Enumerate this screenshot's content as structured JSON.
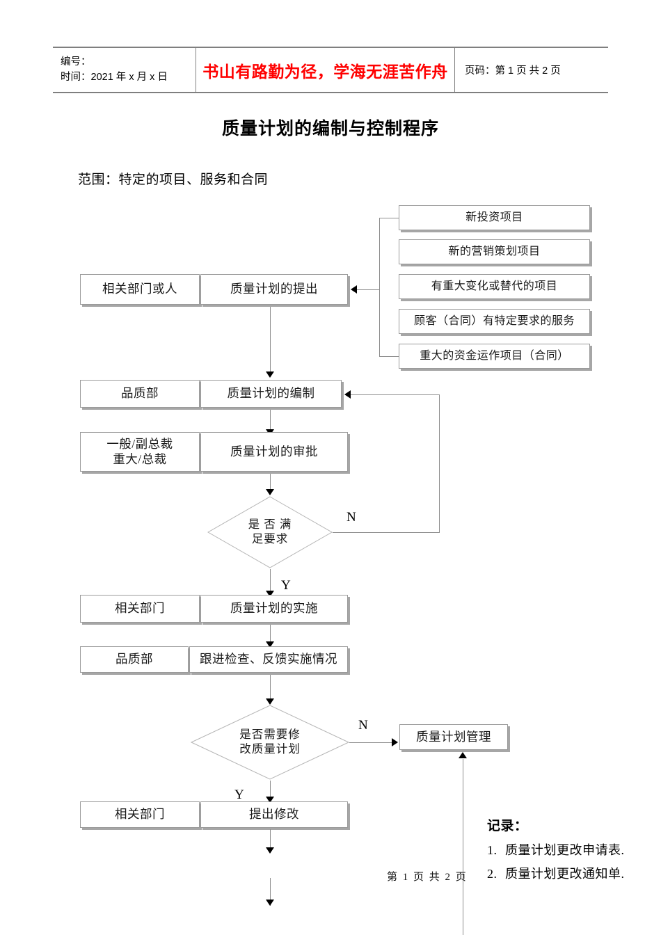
{
  "header": {
    "left_lines": [
      "编号：",
      "时间：2021 年 x 月 x 日"
    ],
    "center_slogan": "书山有路勤为径，学海无涯苦作舟",
    "right_text": "页码：第 1 页  共 2 页",
    "slogan_color": "#ff0000"
  },
  "document": {
    "title": "质量计划的编制与控制程序",
    "scope": "范围：特定的项目、服务和合同",
    "footer_page": "第 1 页 共 2 页"
  },
  "trigger_boxes": [
    {
      "label": "新投资项目"
    },
    {
      "label": "新的营销策划项目"
    },
    {
      "label": "有重大变化或替代的项目"
    },
    {
      "label": "顾客（合同）有特定要求的服务"
    },
    {
      "label": "重大的资金运作项目（合同）"
    }
  ],
  "responsibility_boxes": [
    {
      "label": "相关部门或人"
    },
    {
      "label": "品质部"
    },
    {
      "label_line1": "一般/副总裁",
      "label_line2": "重大/总裁"
    },
    {
      "label": "相关部门"
    },
    {
      "label": "品质部"
    },
    {
      "label": "相关部门"
    }
  ],
  "process_boxes": [
    {
      "label": "质量计划的提出"
    },
    {
      "label": "质量计划的编制"
    },
    {
      "label": "质量计划的审批"
    },
    {
      "label": "质量计划的实施"
    },
    {
      "label": "跟进检查、反馈实施情况"
    },
    {
      "label": "提出修改"
    }
  ],
  "side_box": {
    "label": "质量计划管理"
  },
  "decisions": [
    {
      "line1": "是 否 满",
      "line2": "足要求",
      "yes": "Y",
      "no": "N"
    },
    {
      "line1": "是否需要修",
      "line2": "改质量计划",
      "yes": "Y",
      "no": "N"
    }
  ],
  "records": {
    "title": "记录：",
    "items": [
      {
        "num": "1.",
        "text": "质量计划更改申请表."
      },
      {
        "num": "2.",
        "text": "质量计划更改通知单."
      }
    ]
  }
}
